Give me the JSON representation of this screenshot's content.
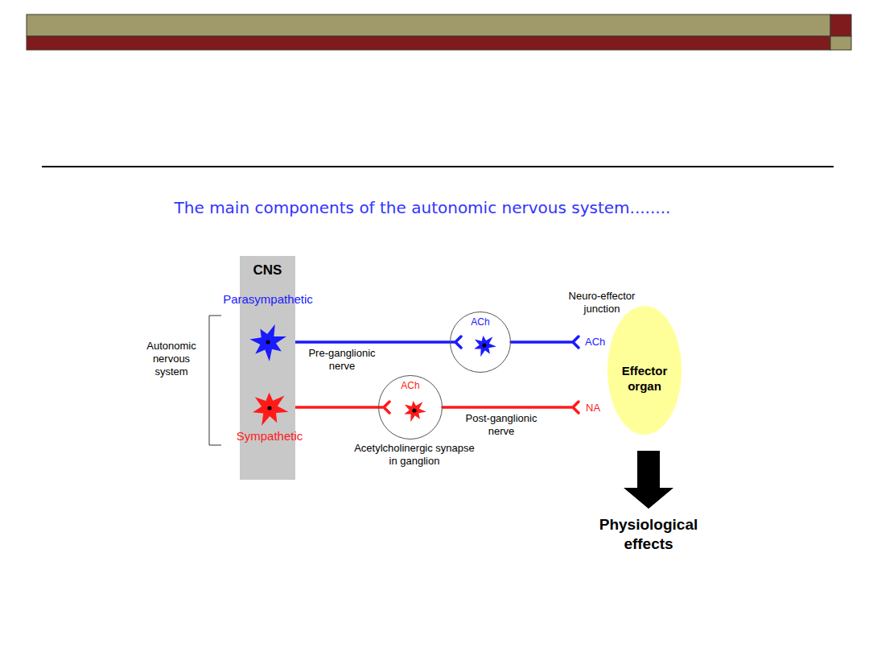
{
  "diagram": {
    "title": "The main components of the autonomic nervous system........",
    "nodes": [
      {
        "text": [
          "CNS"
        ]
      },
      {
        "text": [
          "Parasympathetic"
        ],
        "in": 0
      },
      {
        "text": [
          "Sympathetic"
        ],
        "in": 0
      },
      {
        "text": [
          "ACh"
        ]
      },
      {
        "text": [
          "ACh"
        ]
      },
      {
        "text": [
          "Effector organ"
        ]
      }
    ],
    "edges": [
      {
        "from": 1,
        "to": 3,
        "arrow": "to",
        "label": "Pre-ganglionic nerve"
      },
      {
        "from": 3,
        "to": 5,
        "arrow": "to"
      },
      {
        "from": 2,
        "to": 4,
        "arrow": "to"
      },
      {
        "from": 4,
        "to": 5,
        "arrow": "to",
        "label": "Post-ganglionic nerve"
      }
    ],
    "labels": [
      "Autonomic nervous system",
      "Neuro-effector junction",
      "ACh",
      "NA",
      "Acetylcholinergic synapse in ganglion",
      "Physiological effects"
    ]
  }
}
